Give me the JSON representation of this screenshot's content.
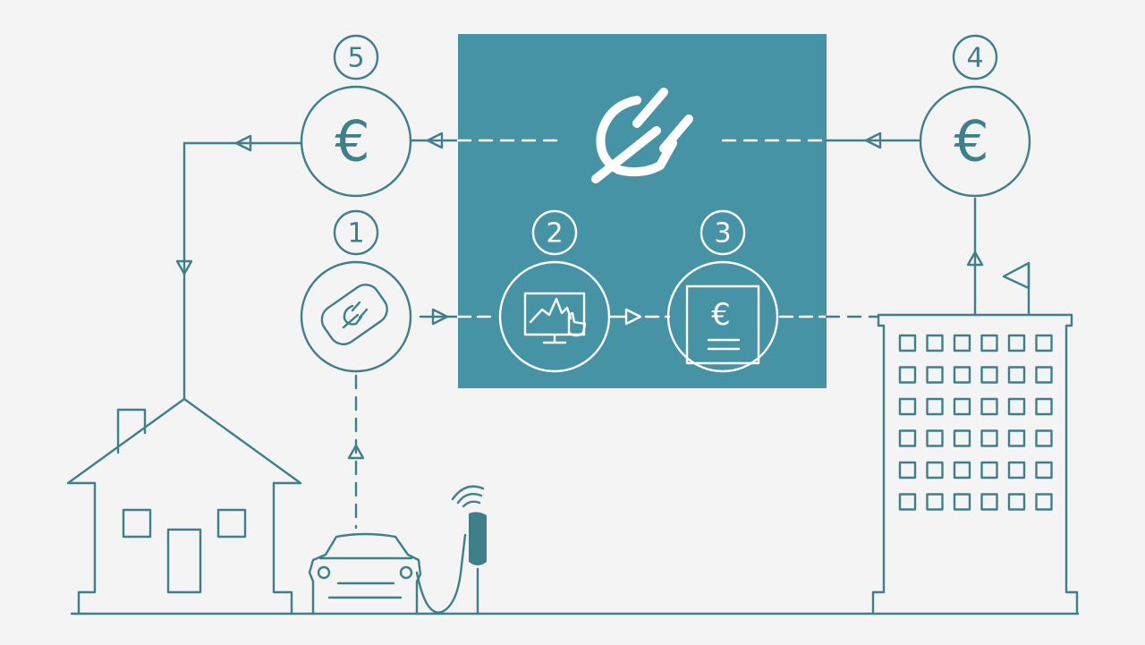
{
  "steps": [
    {
      "id": 1,
      "label": "1",
      "icon": "charging-card-icon"
    },
    {
      "id": 2,
      "label": "2",
      "icon": "monitor-chart-icon"
    },
    {
      "id": 3,
      "label": "3",
      "icon": "invoice-icon"
    },
    {
      "id": 4,
      "label": "4",
      "icon": "euro-icon"
    },
    {
      "id": 5,
      "label": "5",
      "icon": "euro-icon"
    }
  ],
  "symbols": {
    "currency": "€"
  },
  "colors": {
    "background": "#f4f4f4",
    "ink": "#3e7f8a",
    "panel": "#4593a5",
    "panel_ink": "#ffffff"
  },
  "icons": {
    "hub": "plug-icon",
    "house": "house-icon",
    "car": "car-icon",
    "charger": "charging-station-icon",
    "office": "office-building-icon"
  }
}
